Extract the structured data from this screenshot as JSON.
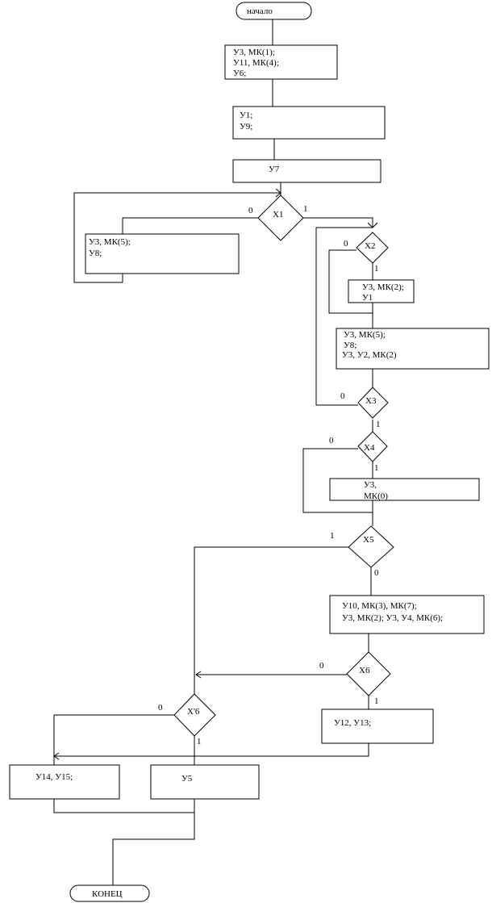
{
  "terminals": {
    "start": "начало",
    "end": "КОНЕЦ"
  },
  "blocks": {
    "b1": [
      "У3, МК(1);",
      "У11, МК(4);",
      "У6;"
    ],
    "b2": [
      "У1;",
      "У9;"
    ],
    "b3": [
      "У7"
    ],
    "b4": [
      "У3, МК(5);",
      "У8;"
    ],
    "b5": [
      "У3, МК(2);",
      "У1"
    ],
    "b6": [
      "У3, МК(5);",
      "У8;",
      "У3, У2, МК(2)"
    ],
    "b7": [
      "У3,",
      "МК(0)"
    ],
    "b8": [
      "У10, МК(3), МК(7);",
      "У3, МК(2); У3, У4, МК(6);"
    ],
    "b9": [
      "У12, У13;"
    ],
    "b10": [
      "У14, У15;"
    ],
    "b11": [
      "У5"
    ]
  },
  "decisions": {
    "x1": "Х1",
    "x2": "Х2",
    "x3": "Х3",
    "x4": "Х4",
    "x5": "Х5",
    "x6": "Х6",
    "x6p": "Х'6"
  },
  "branch_labels": {
    "x1_left": "0",
    "x1_right": "1",
    "x2_left": "0",
    "x2_down": "1",
    "x3_left": "0",
    "x3_down": "1",
    "x4_left": "0",
    "x4_down": "1",
    "x5_left": "1",
    "x5_down": "0",
    "x6_left": "0",
    "x6_down": "1",
    "x6p_left": "0",
    "x6p_down": "1"
  }
}
